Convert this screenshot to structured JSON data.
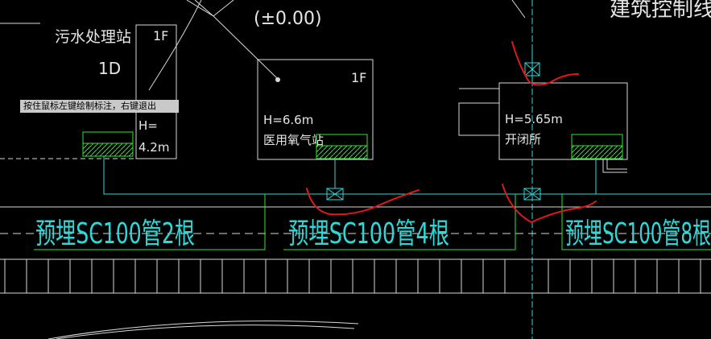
{
  "labels": {
    "top_level": "(±0.00)",
    "top_right_title": "建筑控制线",
    "station_a_name": "污水处理站",
    "station_a_floor": "1F",
    "station_a_code": "1D",
    "station_a_height_prefix": "H=",
    "station_a_height_value": "4.2m",
    "station_b_floor": "1F",
    "station_b_height": "H=6.6m",
    "station_b_name": "医用氧气站",
    "station_c_height": "H=5.65m",
    "station_c_name": "开闭所",
    "pipe_label_1": "预埋SC100管2根",
    "pipe_label_2": "预埋SC100管4根",
    "pipe_label_3": "预埋SC100管8根"
  },
  "tooltip": {
    "text": "按住鼠标左键绘制标注，右键退出"
  },
  "colors": {
    "background": "#000000",
    "linework": "#d9d9d9",
    "pipe_cyan": "#2fd8d8",
    "equipment_green": "#2ee82e",
    "markup_red": "#e01818"
  }
}
